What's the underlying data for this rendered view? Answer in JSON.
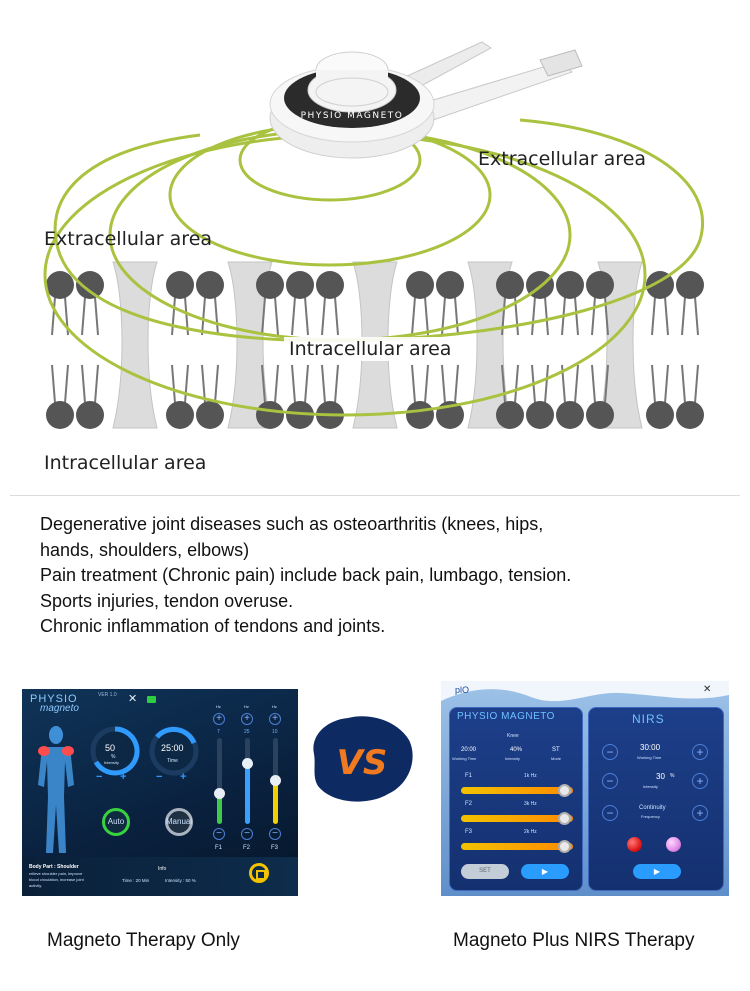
{
  "illustration": {
    "device_brand_text": "PHYSIO MAGNETO",
    "labels": {
      "extracellular_right": "Extracellular area",
      "extracellular_left": "Extracellular area",
      "intracellular_center": "Intracellular area",
      "intracellular_bottom": "Intracellular area"
    },
    "colors": {
      "field_lines": "#a9c23f",
      "lipid_head": "#555555",
      "protein": "#dcdcdc"
    }
  },
  "indications": [
    "Degenerative joint diseases such as  osteoarthritis (knees, hips,",
    "hands,  shoulders, elbows)",
    "Pain treatment (Chronic pain) include  back pain, lumbago, tension.",
    "Sports injuries, tendon overuse.",
    "Chronic inflammation of tendons and  joints."
  ],
  "left_panel": {
    "logo_line1": "PHYSIO",
    "logo_line2": "magneto",
    "version": "VER 1.0",
    "intensity_value": "50",
    "intensity_unit": "%",
    "intensity_label": "Intensity",
    "time_value": "25:00",
    "time_label": "Time",
    "auto_label": "Auto",
    "manual_label": "Manual",
    "sliders": [
      {
        "unit": "Hz",
        "value": "7",
        "name": "F1",
        "level": 0.35,
        "color": "#3ecb4a"
      },
      {
        "unit": "Hz",
        "value": "25",
        "name": "F2",
        "level": 0.7,
        "color": "#3aa0ff"
      },
      {
        "unit": "Hz",
        "value": "10",
        "name": "F3",
        "level": 0.5,
        "color": "#f2d000"
      }
    ],
    "body_part_title": "Body Part : Shoulder",
    "body_part_desc_1": "relieve shoulder pain, improve",
    "body_part_desc_2": "blood circulation, increase joint",
    "body_part_desc_3": "activity.",
    "info_label": "Info",
    "info_time": "Time : 20 Min",
    "info_intensity": "Intensity : 50 %",
    "colors": {
      "accent": "#2f9bff",
      "highlight": "#ff5a5a",
      "play": "#f2c300"
    }
  },
  "vs_text": "VS",
  "right_panel": {
    "top_text": "plO",
    "close_icon": "close-icon",
    "title": "PHYSIO MAGNETO",
    "subtitle": "Knee",
    "working_time_value": "20:00",
    "working_time_label": "Working Time",
    "intensity_value": "40%",
    "intensity_label": "Intensity",
    "mode_value": "ST",
    "mode_label": "Mode",
    "freqs": [
      {
        "name": "F1",
        "value": "1k Hz",
        "level": 0.92
      },
      {
        "name": "F2",
        "value": "3k Hz",
        "level": 0.92
      },
      {
        "name": "F3",
        "value": "2k Hz",
        "level": 0.92
      }
    ],
    "set_label": "SET",
    "nirs_title": "NIRS",
    "nirs_time_value": "30:00",
    "nirs_time_label": "Working Time",
    "nirs_intensity_value": "30",
    "nirs_intensity_unit": "%",
    "nirs_intensity_label": "Intensity",
    "nirs_continuity_1": "Continuity",
    "nirs_continuity_2": "Frequency",
    "colors": {
      "red_led": "#e01a1a",
      "pink_led": "#e08ce8",
      "play": "#2a9cff"
    }
  },
  "captions": {
    "left": "Magneto Therapy Only",
    "right": "Magneto Plus NIRS Therapy"
  }
}
